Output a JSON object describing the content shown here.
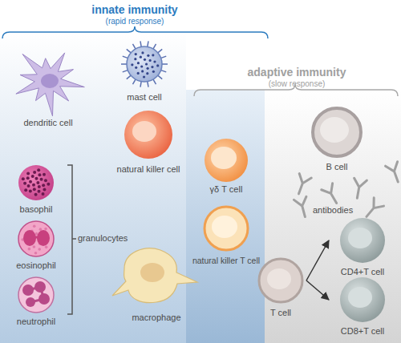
{
  "diagram": {
    "nodes": [
      {
        "text": [
          "innate immunity",
          "(rapid response)"
        ]
      },
      {
        "text": [
          "adaptive immunity",
          "(slow response)"
        ]
      },
      {
        "text": [
          "dendritic cell"
        ],
        "in": 0
      },
      {
        "text": [
          "mast cell"
        ],
        "in": 0
      },
      {
        "text": [
          "natural killer cell"
        ],
        "in": 0
      },
      {
        "text": [
          "basophil"
        ],
        "in": 0
      },
      {
        "text": [
          "eosinophil"
        ],
        "in": 0
      },
      {
        "text": [
          "neutrophil"
        ],
        "in": 0
      },
      {
        "text": [
          "macrophage"
        ],
        "in": 0
      },
      {
        "text": [
          "γδ T cell"
        ]
      },
      {
        "text": [
          "natural killer T cell"
        ]
      },
      {
        "text": [
          "B cell"
        ],
        "in": 1
      },
      {
        "text": [
          "T cell"
        ],
        "in": 1
      },
      {
        "text": [
          "CD4+T cell"
        ],
        "in": 1
      },
      {
        "text": [
          "CD8+T cell"
        ],
        "in": 1
      }
    ],
    "edges": [
      {
        "from": 12,
        "to": 13,
        "arrow": "to"
      },
      {
        "from": 12,
        "to": 14,
        "arrow": "to"
      }
    ],
    "labels": [
      "granulocytes",
      "antibodies"
    ]
  }
}
